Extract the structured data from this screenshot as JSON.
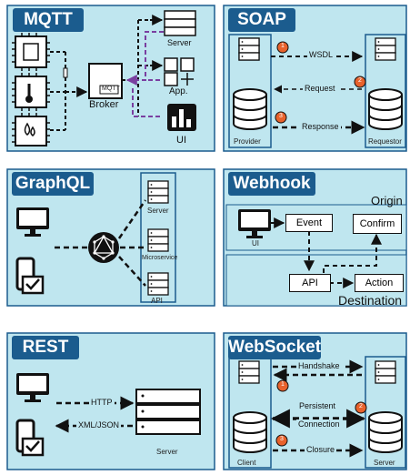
{
  "mqtt": {
    "title": "MQTT",
    "broker_tag": "MQTT",
    "broker_label": "Broker",
    "server_label": "Server",
    "app_label": "App.",
    "ui_label": "UI"
  },
  "soap": {
    "title": "SOAP",
    "wsdl_label": "WSDL",
    "request_label": "Request",
    "response_label": "Response",
    "provider_label": "Provider",
    "requestor_label": "Requestor",
    "step1": "1",
    "step2": "2",
    "step3": "3"
  },
  "graphql": {
    "title": "GraphQL",
    "server_label": "Server",
    "microservice_label": "Microservice",
    "api_label": "API"
  },
  "webhook": {
    "title": "Webhook",
    "origin_label": "Origin",
    "destination_label": "Destination",
    "ui_label": "UI",
    "event_label": "Event",
    "confirm_label": "Confirm",
    "api_label": "API",
    "action_label": "Action"
  },
  "rest": {
    "title": "REST",
    "http_label": "HTTP",
    "xml_json_label": "XML/JSON",
    "server_label": "Server"
  },
  "websocket": {
    "title": "WebSocket",
    "handshake_label": "Handshake",
    "persistent_label": "Persistent",
    "connection_label": "Connection",
    "closure_label": "Closure",
    "client_label": "Client",
    "server_label": "Server",
    "step1": "1",
    "step2": "2",
    "step3": "3"
  },
  "colors": {
    "panel_bg": "#bfe6ef",
    "panel_border": "#1b5c8e",
    "title_bg": "#1b5c8e",
    "dashed_purple": "#7a3fa0",
    "step_badge": "#e8622c"
  }
}
